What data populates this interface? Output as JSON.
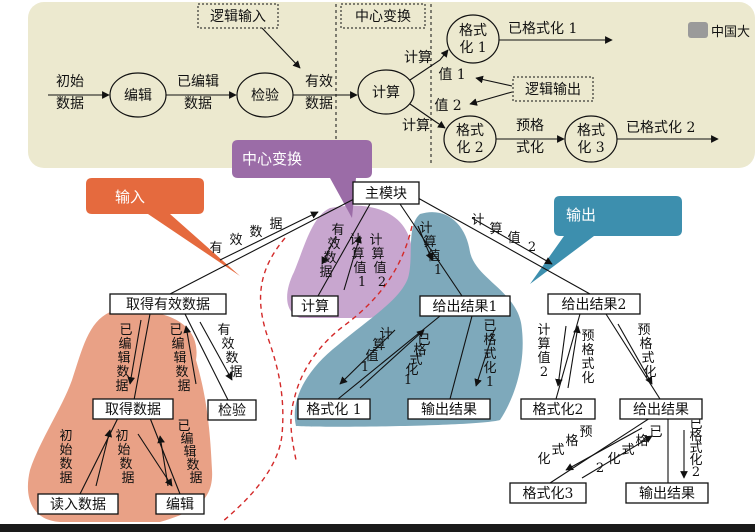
{
  "colors": {
    "top_panel": "#ece9cf",
    "input_blob": "#e9a186",
    "transform_blob": "#c8a6cf",
    "output_blob": "#7ea9bb",
    "input_callout": "#e56a3e",
    "transform_callout": "#9b6ca7",
    "output_callout": "#3d8fae",
    "divider": "#d32a2a"
  },
  "logo": {
    "text": "中国大"
  },
  "top": {
    "logic_input": "逻辑输入",
    "center_transform": "中心变换",
    "logic_output": "逻辑输出",
    "raw_data": [
      "初始",
      "数据"
    ],
    "edit": "编辑",
    "edited_data": [
      "已编辑",
      "数据"
    ],
    "check": "检验",
    "valid_data": [
      "有效",
      "数据"
    ],
    "compute": "计算",
    "compute_label_upper": "计算",
    "compute_label_lower": "计算",
    "value1": "值 1",
    "value2": "值 2",
    "format1": [
      "格式",
      "化 1"
    ],
    "format2": [
      "格式",
      "化 2"
    ],
    "format3": [
      "格式",
      "化 3"
    ],
    "formatted1": "已格式化 1",
    "pre_format": [
      "预格",
      "式化"
    ],
    "formatted2": "已格式化 2"
  },
  "callouts": {
    "input": "输入",
    "transform": "中心变换",
    "output": "输出"
  },
  "tree": {
    "main": "主模块",
    "get_valid": "取得有效数据",
    "compute": "计算",
    "give1": "给出结果1",
    "give2": "给出结果2",
    "get_data": "取得数据",
    "check": "检验",
    "format1": "格式化 1",
    "output_result": "输出结果",
    "format2": "格式化2",
    "give_result": "给出结果",
    "read_data": "读入数据",
    "edit": "编辑",
    "format3": "格式化3",
    "output_result2": "输出结果"
  },
  "edges": {
    "valid_data": [
      "有",
      "效",
      "数",
      "据"
    ],
    "compute_valid_data": [
      "有",
      "效",
      "数",
      "据"
    ],
    "compute_values": [
      "计",
      "算",
      "值",
      "1"
    ],
    "compute_values2": [
      "计",
      "算",
      "值",
      "2"
    ],
    "give1_values": [
      "计",
      "算",
      "值",
      "1"
    ],
    "give2_values": [
      "计",
      "算",
      "值",
      "2"
    ],
    "edited_data": [
      "已",
      "编",
      "辑",
      "数",
      "据"
    ],
    "check_edited": [
      "已",
      "编",
      "辑",
      "数",
      "据"
    ],
    "check_valid": [
      "有",
      "效",
      "数",
      "据"
    ],
    "g1f_values": [
      "计",
      "算",
      "值",
      "1"
    ],
    "g1f_formatted": [
      "已",
      "格",
      "式",
      "化",
      "1"
    ],
    "g1o_formatted": [
      "已",
      "格",
      "式",
      "化",
      "1"
    ],
    "g2f_values": [
      "计",
      "算",
      "值",
      "2"
    ],
    "g2f_pre": [
      "预",
      "格",
      "式",
      "化"
    ],
    "g2r_pre": [
      "预",
      "格",
      "式",
      "化"
    ],
    "raw_data1": [
      "初",
      "始",
      "数",
      "据"
    ],
    "raw_data2": [
      "初",
      "始",
      "数",
      "据"
    ],
    "edited_data2": [
      "已",
      "编",
      "辑",
      "数",
      "据"
    ],
    "fmt3_pre": [
      "预",
      "格",
      "式",
      "化"
    ],
    "fmt3_formatted": [
      "已",
      "格",
      "式",
      "化",
      "2"
    ],
    "out_formatted": [
      "已",
      "格",
      "式",
      "化",
      "2"
    ]
  }
}
